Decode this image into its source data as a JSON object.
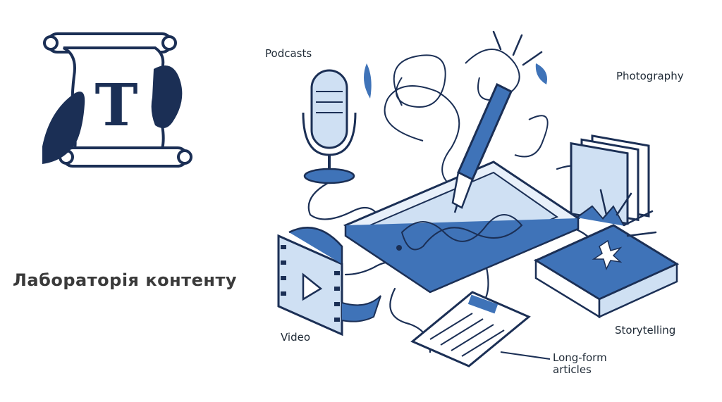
{
  "brand": {
    "name": "Лабораторія контенту",
    "logo_letter": "T"
  },
  "labels": {
    "podcasts": "Podcasts",
    "photography": "Photography",
    "storytelling": "Storytelling",
    "video": "Video",
    "longform": "Long-form articles"
  },
  "icons": [
    "scroll-logo-icon",
    "microphone-icon",
    "photo-stack-icon",
    "tablet-icon",
    "fountain-pen-icon",
    "book-icon",
    "film-reel-icon",
    "document-icon"
  ],
  "colors": {
    "navy": "#1b2f55",
    "blue": "#3f73b8",
    "light_blue": "#cfe0f3",
    "text": "#1f2a36",
    "brand_text": "#3a3a3a"
  }
}
